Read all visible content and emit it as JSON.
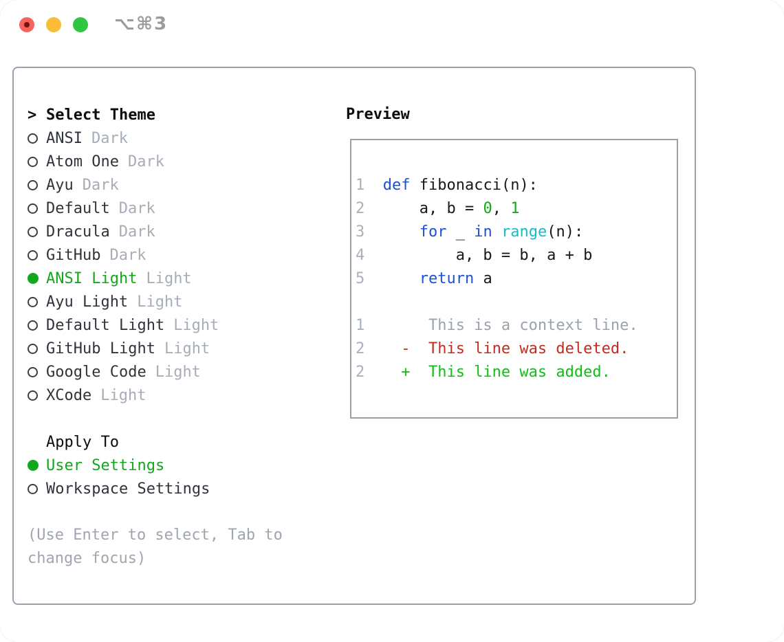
{
  "window": {
    "title": "⌥⌘3",
    "traffic_lights": [
      "close",
      "minimize",
      "zoom"
    ]
  },
  "colors": {
    "accent_green": "#11a81c",
    "keyword_blue": "#1d50d8",
    "builtin_cyan": "#0fbec9",
    "number_green": "#11a811",
    "deleted_red": "#c52b1c",
    "added_green": "#0cc114",
    "muted_gray": "#a6adb7",
    "border_gray": "#9aa1ab",
    "traffic_red": "#f4635c",
    "traffic_yellow": "#f9bd38",
    "traffic_green": "#2fc642"
  },
  "theme_panel": {
    "header": {
      "prefix": ">",
      "label": "Select Theme"
    },
    "themes": [
      {
        "name": "ANSI",
        "variant": "Dark",
        "selected": false
      },
      {
        "name": "Atom One",
        "variant": "Dark",
        "selected": false
      },
      {
        "name": "Ayu",
        "variant": "Dark",
        "selected": false
      },
      {
        "name": "Default",
        "variant": "Dark",
        "selected": false
      },
      {
        "name": "Dracula",
        "variant": "Dark",
        "selected": false
      },
      {
        "name": "GitHub",
        "variant": "Dark",
        "selected": false
      },
      {
        "name": "ANSI Light",
        "variant": "Light",
        "selected": true
      },
      {
        "name": "Ayu Light",
        "variant": "Light",
        "selected": false
      },
      {
        "name": "Default Light",
        "variant": "Light",
        "selected": false
      },
      {
        "name": "GitHub Light",
        "variant": "Light",
        "selected": false
      },
      {
        "name": "Google Code",
        "variant": "Light",
        "selected": false
      },
      {
        "name": "XCode",
        "variant": "Light",
        "selected": false
      }
    ],
    "apply_to": {
      "label": "Apply To",
      "options": [
        {
          "name": "User Settings",
          "selected": true
        },
        {
          "name": "Workspace Settings",
          "selected": false
        }
      ]
    },
    "hint_lines": [
      "(Use Enter to select, Tab to",
      "change focus)"
    ]
  },
  "preview": {
    "header": "Preview",
    "code_lines": [
      {
        "num": "1",
        "segments": [
          {
            "text": "  ",
            "style": "plain"
          },
          {
            "text": "def",
            "style": "keyword"
          },
          {
            "text": " fibonacci(n):",
            "style": "plain"
          }
        ]
      },
      {
        "num": "2",
        "segments": [
          {
            "text": "      a, b = ",
            "style": "plain"
          },
          {
            "text": "0",
            "style": "number"
          },
          {
            "text": ", ",
            "style": "plain"
          },
          {
            "text": "1",
            "style": "number"
          }
        ]
      },
      {
        "num": "3",
        "segments": [
          {
            "text": "      ",
            "style": "plain"
          },
          {
            "text": "for",
            "style": "keyword"
          },
          {
            "text": " _ ",
            "style": "plain"
          },
          {
            "text": "in",
            "style": "keyword"
          },
          {
            "text": " ",
            "style": "plain"
          },
          {
            "text": "range",
            "style": "builtin"
          },
          {
            "text": "(n):",
            "style": "plain"
          }
        ]
      },
      {
        "num": "4",
        "segments": [
          {
            "text": "          a, b = b, a + b",
            "style": "plain"
          }
        ]
      },
      {
        "num": "5",
        "segments": [
          {
            "text": "      ",
            "style": "plain"
          },
          {
            "text": "return",
            "style": "keyword"
          },
          {
            "text": " a",
            "style": "plain"
          }
        ]
      },
      {
        "num": " ",
        "segments": []
      },
      {
        "num": "1",
        "segments": [
          {
            "text": "       This is a context line.",
            "style": "context"
          }
        ]
      },
      {
        "num": "2",
        "segments": [
          {
            "text": "    -  This line was deleted.",
            "style": "deleted"
          }
        ]
      },
      {
        "num": "2",
        "segments": [
          {
            "text": "    +  This line was added.",
            "style": "added"
          }
        ]
      }
    ]
  }
}
